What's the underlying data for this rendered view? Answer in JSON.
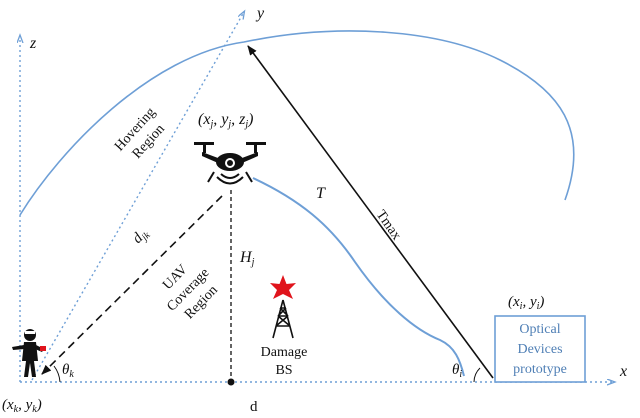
{
  "labels": {
    "axis_z": "z",
    "axis_y": "y",
    "axis_x": "x",
    "hovering_region": [
      "Hovering",
      "Region"
    ],
    "uav_coverage_region": [
      "UAV",
      "Coverage",
      "Region"
    ],
    "uav_coord": {
      "open": "(",
      "x": "x",
      "xs": "j",
      "y": "y",
      "ys": "j",
      "z": "z",
      "zs": "j",
      "close": ")"
    },
    "user_coord": {
      "open": "(",
      "x": "x",
      "xs": "k",
      "y": "y",
      "ys": "k",
      "close": ")"
    },
    "device_coord": {
      "open": "(",
      "x": "x",
      "xs": "i",
      "y": "y",
      "ys": "i",
      "close": ")"
    },
    "distance_djk": {
      "d": "d",
      "sub": "jk"
    },
    "height_hj": {
      "h": "H",
      "sub": "j"
    },
    "angle_k": {
      "theta": "θ",
      "sub": "k"
    },
    "angle_i": {
      "theta": "θ",
      "sub": "i"
    },
    "T": "T",
    "Tmax": "Tmax",
    "damage_bs": [
      "Damage",
      "BS"
    ],
    "optical_devices": [
      "Optical",
      "Devices",
      "prototype"
    ],
    "d": "d"
  },
  "colors": {
    "axis": "#6e9fd6",
    "curve": "#6e9fd6",
    "box_text": "#4f7fb5",
    "arrow": "#111111",
    "star": "#e0141c"
  }
}
